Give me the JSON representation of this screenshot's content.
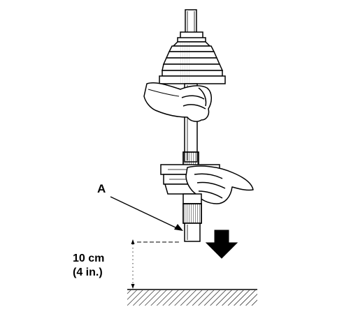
{
  "labels": {
    "callout_a": "A",
    "distance_metric": "10 cm",
    "distance_imperial": "(4 in.)"
  },
  "colors": {
    "ink": "#000000",
    "paper": "#ffffff"
  }
}
